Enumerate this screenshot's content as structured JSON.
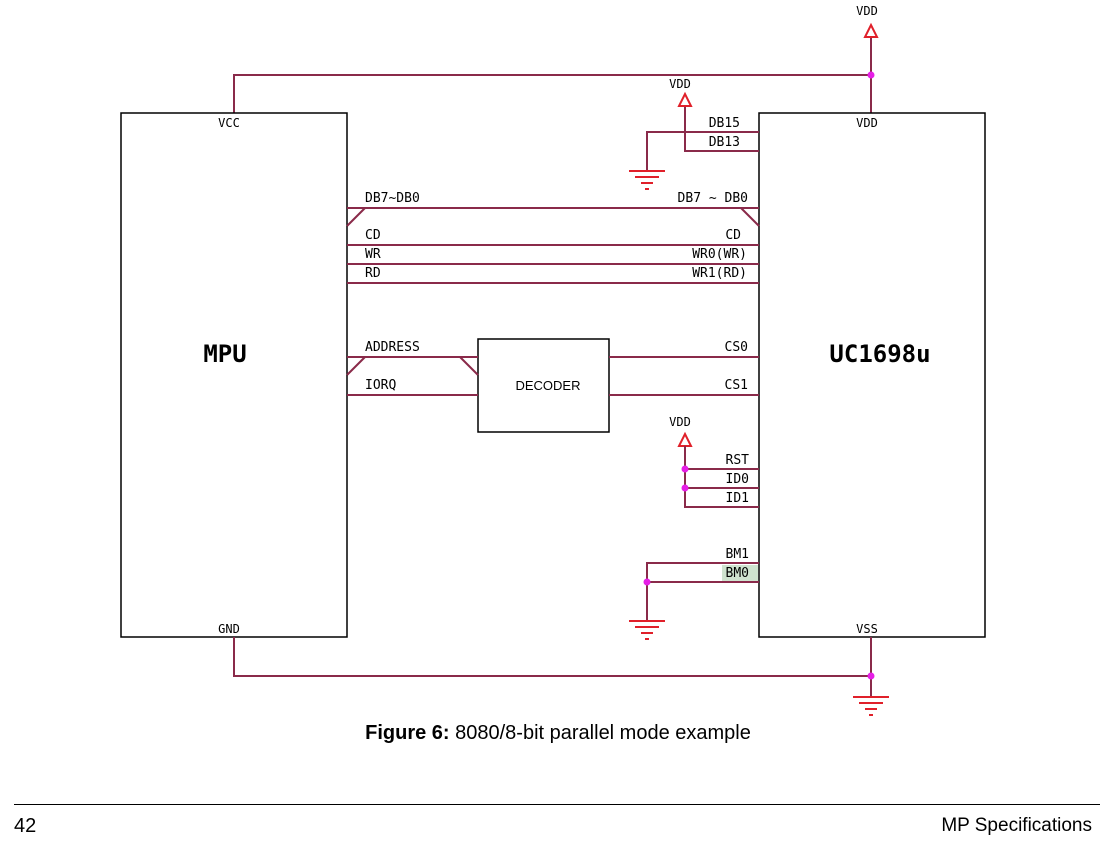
{
  "mpu": {
    "name": "MPU",
    "vcc": "VCC",
    "gnd": "GND",
    "bus": "DB7~DB0",
    "cd": "CD",
    "wr": "WR",
    "rd": "RD",
    "address": "ADDRESS",
    "iorq": "IORQ"
  },
  "decoder": {
    "name": "DECODER"
  },
  "uc": {
    "name": "UC1698u",
    "vdd": "VDD",
    "vss": "VSS",
    "db15": "DB15",
    "db13": "DB13",
    "bus": "DB7 ~ DB0",
    "cd": "CD",
    "wr0": "WR0(WR)",
    "wr1": "WR1(RD)",
    "cs0": "CS0",
    "cs1": "CS1",
    "rst": "RST",
    "id0": "ID0",
    "id1": "ID1",
    "bm1": "BM1",
    "bm0": "BM0"
  },
  "power": {
    "vdd_top": "VDD",
    "vdd_db": "VDD",
    "vdd_rst": "VDD"
  },
  "caption": {
    "label": "Figure 6:",
    "text": " 8080/8-bit parallel mode example"
  },
  "footer": {
    "page": "42",
    "doc": "MP Specifications"
  },
  "colors": {
    "wire": "#8a2a4a",
    "power_symbol": "#e0202a",
    "junction": "#e61ee6",
    "bm0_highlight": "#cfe3cf"
  }
}
